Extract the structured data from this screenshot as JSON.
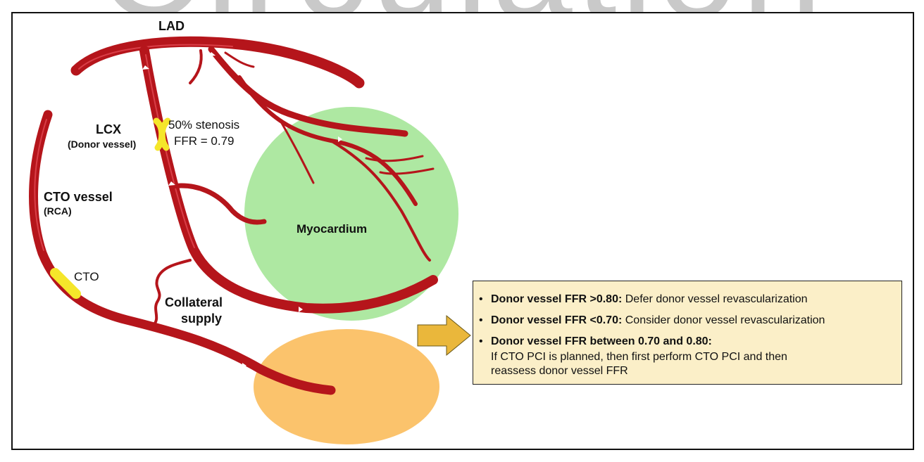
{
  "watermark": "Circulation",
  "colors": {
    "vessel": "#b5151b",
    "vessel_highlight": "#e8505a",
    "stenosis": "#f5e62a",
    "myocardium": "#aee8a2",
    "ischemic_territory": "#fbc36c",
    "box_fill": "#fbefc8",
    "arrow": "#eab73b"
  },
  "labels": {
    "lad": "LAD",
    "lcx": "LCX",
    "lcx_sub": "(Donor vessel)",
    "stenosis_line1": "50% stenosis",
    "stenosis_line2": "FFR = 0.79",
    "cto_vessel": "CTO vessel",
    "cto_vessel_sub": "(RCA)",
    "cto": "CTO",
    "myocardium": "Myocardium",
    "collateral_line1": "Collateral",
    "collateral_line2": "supply"
  },
  "recommendations": [
    {
      "bullet": "•",
      "bold": "Donor vessel FFR >0.80:",
      "text": " Defer donor vessel revascularization"
    },
    {
      "bullet": "•",
      "bold": "Donor vessel FFR <0.70:",
      "text": " Consider donor vessel revascularization"
    },
    {
      "bullet": "•",
      "bold": "Donor vessel FFR between 0.70 and 0.80:",
      "text": "",
      "cont1": "If CTO PCI is planned, then first perform CTO PCI and then",
      "cont2": "reassess donor vessel FFR"
    }
  ],
  "icons": {
    "arrow": "right-arrow-icon"
  }
}
